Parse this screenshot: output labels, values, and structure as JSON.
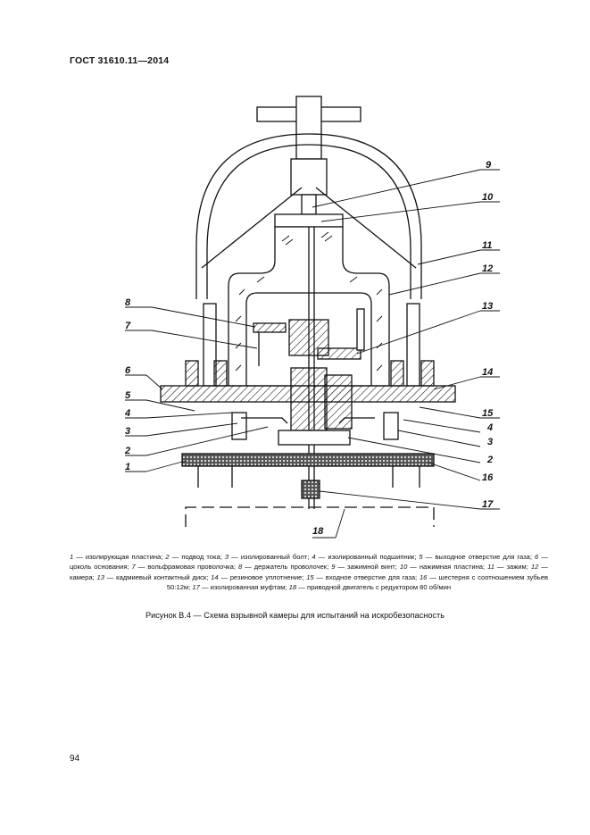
{
  "header": {
    "title": "ГОСТ 31610.11—2014"
  },
  "figure": {
    "labels": [
      "1",
      "2",
      "3",
      "4",
      "5",
      "6",
      "7",
      "8",
      "9",
      "10",
      "11",
      "12",
      "13",
      "14",
      "15",
      "16",
      "17",
      "18"
    ],
    "legend": [
      {
        "n": "1",
        "t": "изолирующая пластина;"
      },
      {
        "n": "2",
        "t": "подвод тока;"
      },
      {
        "n": "3",
        "t": "изолированный болт;"
      },
      {
        "n": "4",
        "t": "изолированный подшипник;"
      },
      {
        "n": "5",
        "t": "выходное отверстие для газа;"
      },
      {
        "n": "6",
        "t": "цоколь основания;"
      },
      {
        "n": "7",
        "t": "вольфрамовая проволочка;"
      },
      {
        "n": "8",
        "t": "держатель проволочек;"
      },
      {
        "n": "9",
        "t": "зажимной винт;"
      },
      {
        "n": "10",
        "t": "нажимная пластина;"
      },
      {
        "n": "11",
        "t": "зажим;"
      },
      {
        "n": "12",
        "t": "камера;"
      },
      {
        "n": "13",
        "t": "кадмиевый контактный диск;"
      },
      {
        "n": "14",
        "t": "резиновое уплотнение;"
      },
      {
        "n": "15",
        "t": "входное отверстие для газа;"
      },
      {
        "n": "16",
        "t": "шестерня с соотношением зубьев 50:12м;"
      },
      {
        "n": "17",
        "t": "изолированная муфтам;"
      },
      {
        "n": "18",
        "t": "приводной двигатель с редуктором 80 об/мин"
      }
    ],
    "caption": "Рисунок В.4 — Схема взрывной камеры для испытаний на искробезопасность"
  },
  "page": {
    "number": "94"
  }
}
